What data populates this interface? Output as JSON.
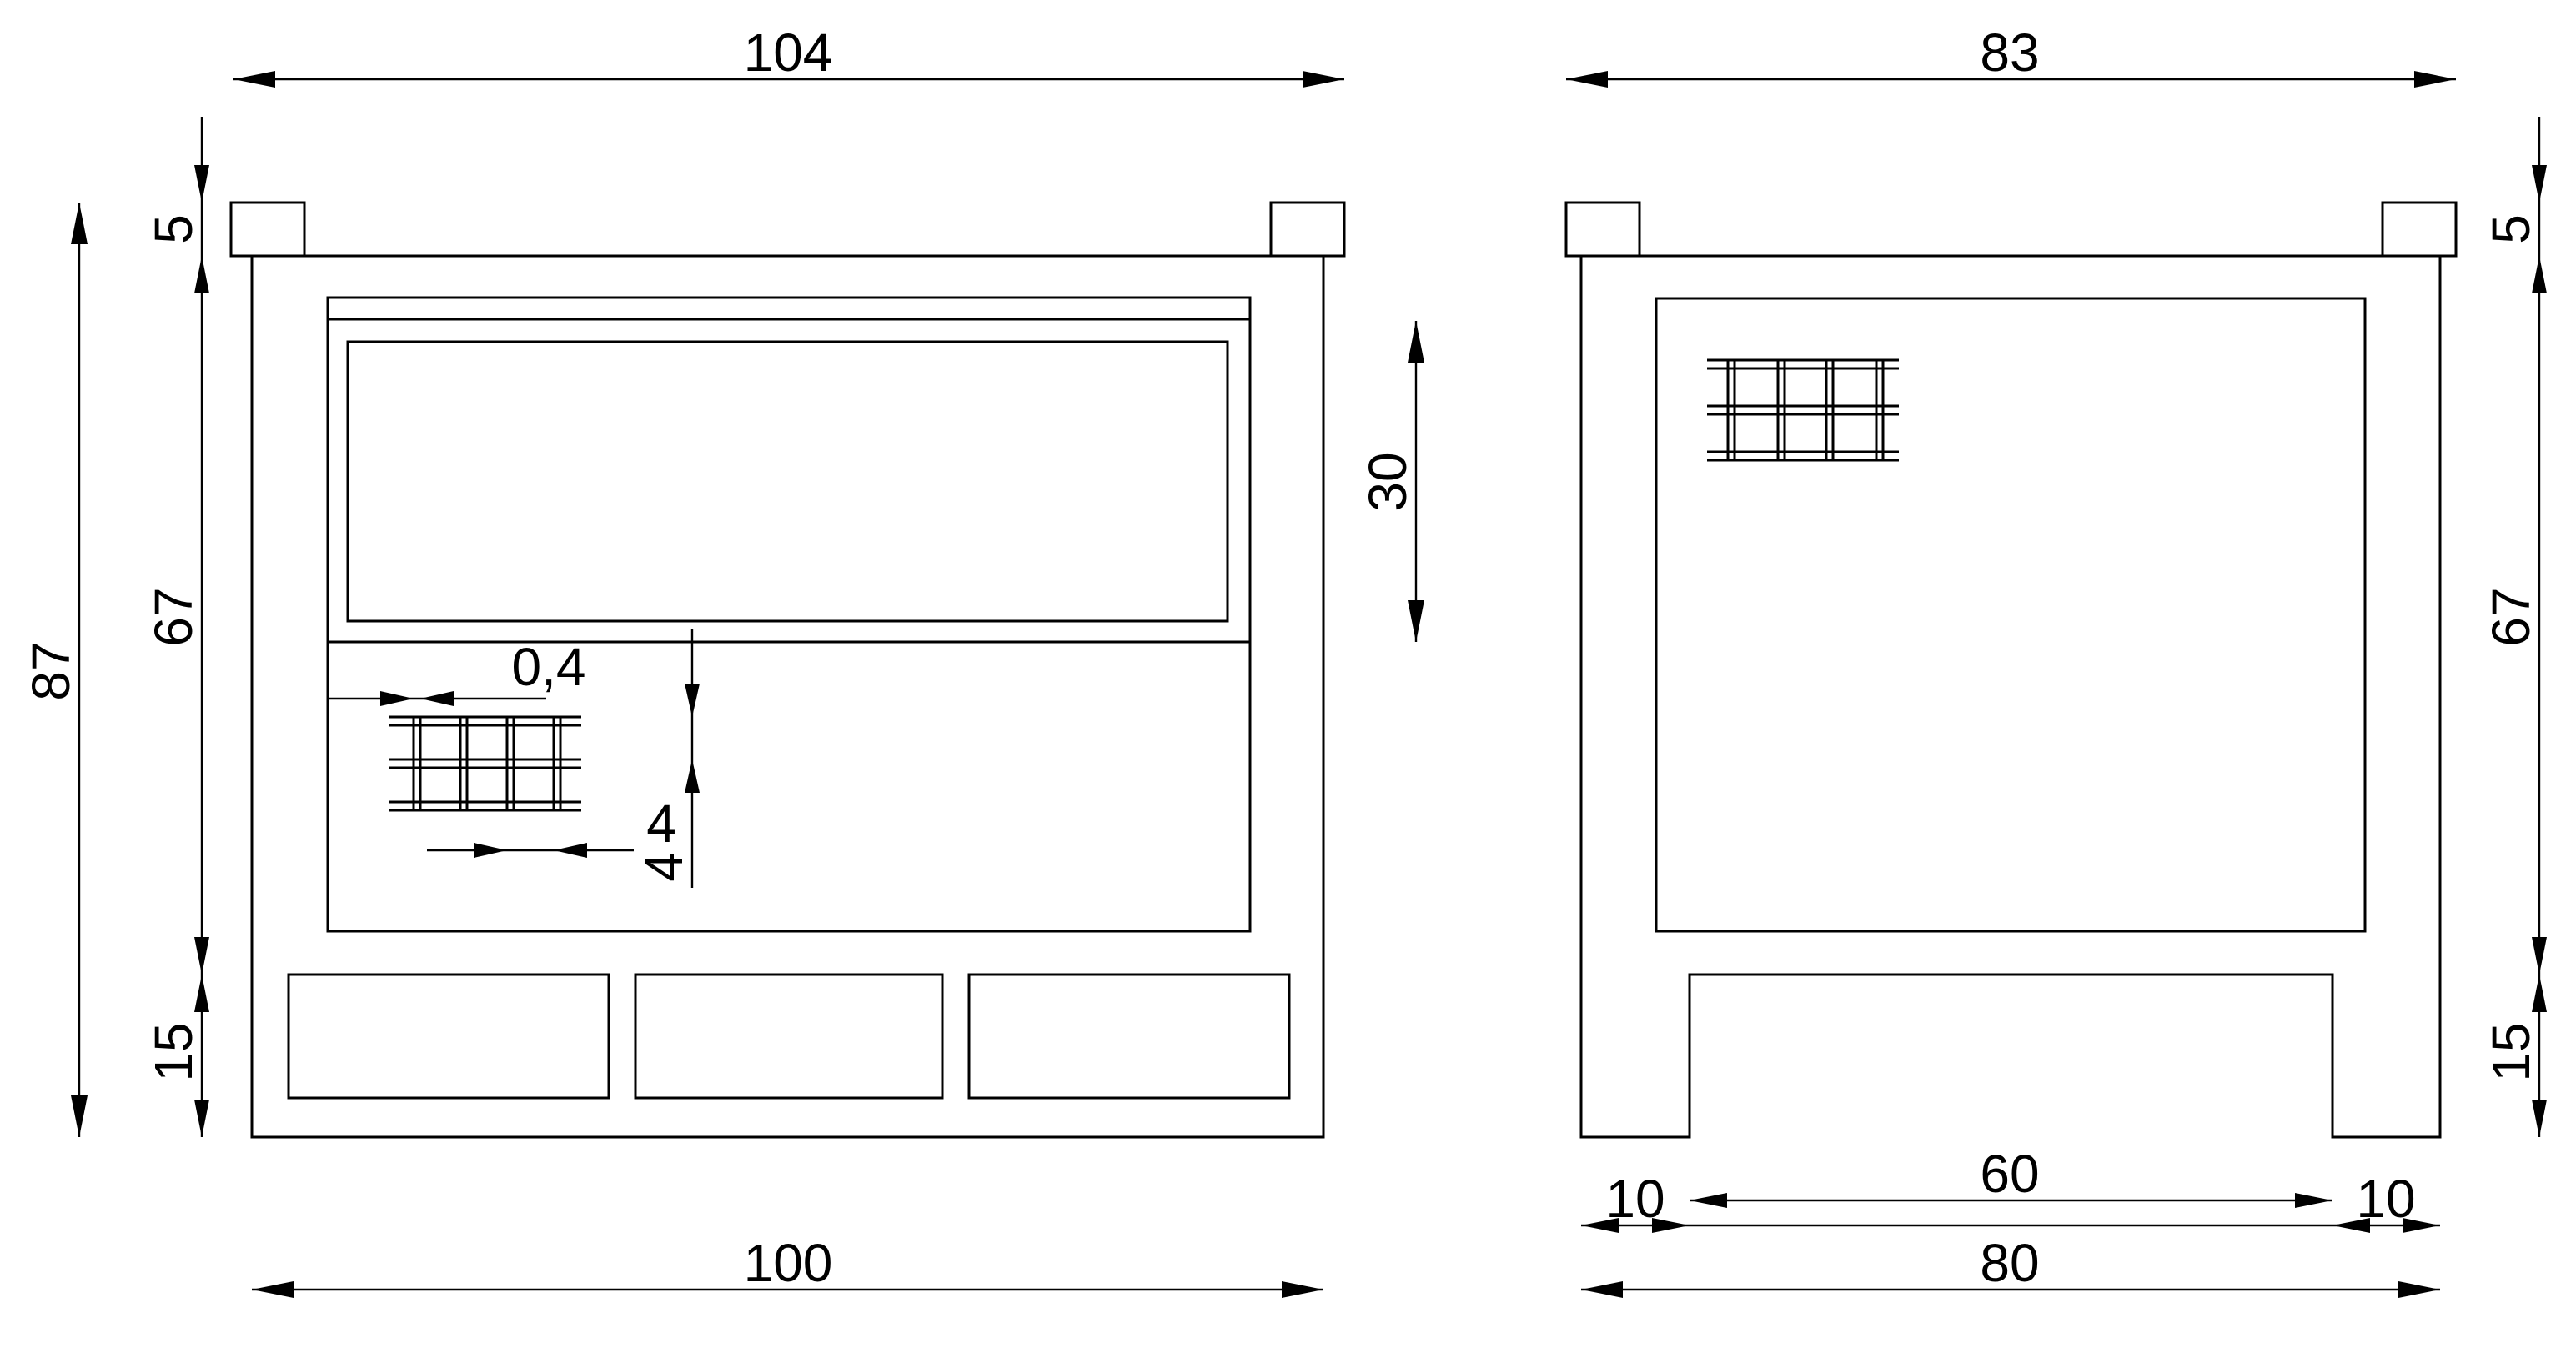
{
  "front_view": {
    "dimensions": {
      "top_width": "104",
      "bottom_width": "100",
      "total_height": "87",
      "top_height": "5",
      "middle_height": "67",
      "bottom_height": "15",
      "panel_height": "30",
      "wire_thickness": "0,4",
      "mesh_vertical": "4",
      "mesh_horizontal": "4"
    }
  },
  "side_view": {
    "dimensions": {
      "top_width": "83",
      "bottom_width": "80",
      "top_height": "5",
      "middle_height": "67",
      "bottom_height": "15",
      "leg_left": "10",
      "opening": "60",
      "leg_right": "10"
    }
  }
}
